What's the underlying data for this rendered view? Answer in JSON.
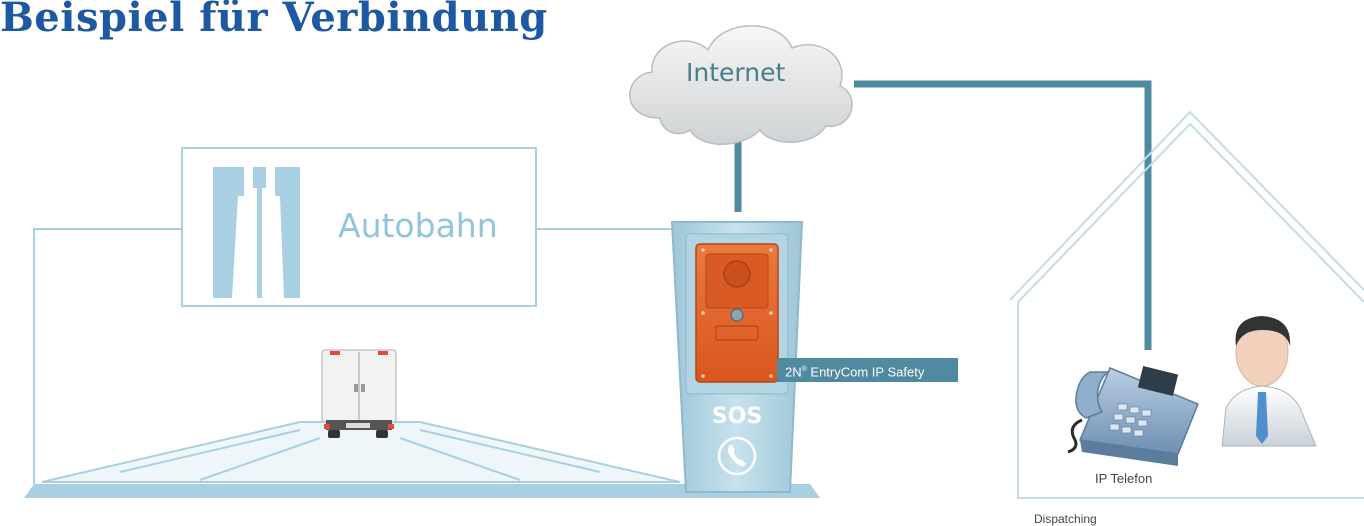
{
  "title": "Beispiel für Verbindung",
  "cloud": {
    "label": "Internet"
  },
  "road_sign": {
    "label": "Autobahn"
  },
  "device": {
    "label_brand": "2N",
    "label_rest": " EntryCom IP Safety",
    "sos_text": "SOS"
  },
  "phone": {
    "label": "IP Telefon"
  },
  "building": {
    "label": "Dispatching"
  },
  "colors": {
    "title": "#1d58a3",
    "line": "#4f8aa0",
    "device_orange": "#e0612a",
    "sign": "#a8d0e2",
    "road": "#a8d0e2"
  }
}
